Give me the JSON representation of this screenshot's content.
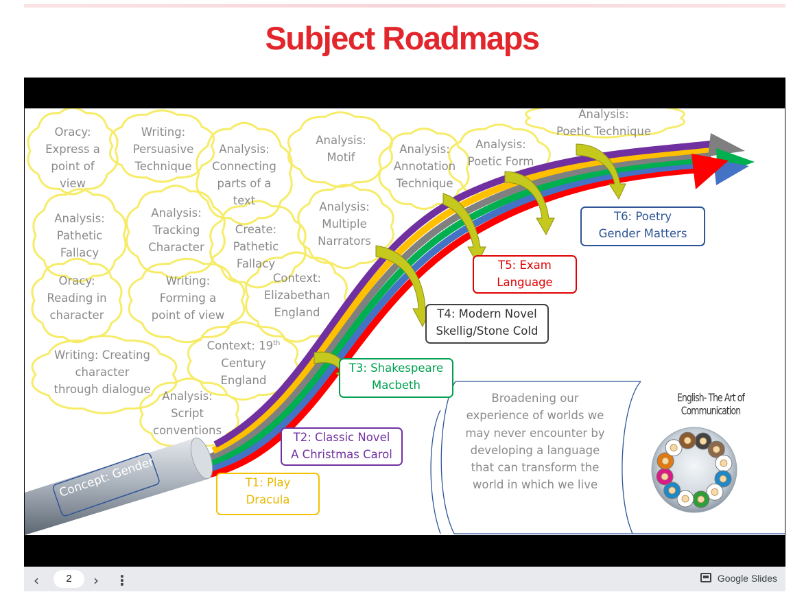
{
  "page": {
    "title": "Subject Roadmaps"
  },
  "slide": {
    "concept_label": "Concept: Gender",
    "clouds": [
      "Oracy:\nExpress a\npoint of\nview",
      "Writing:\nPersuasive\nTechnique",
      "Analysis:\nConnecting\nparts of a\ntext",
      "Analysis:\nMotif",
      "Analysis:\nAnnotation\nTechnique",
      "Analysis:\nPoetic Form",
      "Analysis:\nPoetic Technique",
      "Analysis:\nPathetic\nFallacy",
      "Analysis:\nTracking\nCharacter",
      "Create:\nPathetic\nFallacy",
      "Analysis:\nMultiple\nNarrators",
      "Oracy:\nReading in\ncharacter",
      "Writing:\nForming a\npoint of view",
      "Context:\nElizabethan\nEngland",
      "Context: 19th\nCentury\nEngland",
      "Writing: Creating\ncharacter\nthrough dialogue",
      "Analysis:\nScript\nconventions"
    ],
    "terms": [
      {
        "label": "T1: Play\nDracula",
        "color": "#f2c200"
      },
      {
        "label": "T2: Classic Novel\nA Christmas Carol",
        "color": "#7030a0"
      },
      {
        "label": "T3: Shakespeare\nMacbeth",
        "color": "#00a050"
      },
      {
        "label": "T4: Modern Novel\nSkellig/Stone Cold",
        "color": "#404040"
      },
      {
        "label": "T5: Exam\nLanguage",
        "color": "#e00000"
      },
      {
        "label": "T6: Poetry\nGender Matters",
        "color": "#2f5597"
      }
    ],
    "scroll_text": "Broadening our experience of worlds we may never encounter by developing a language that can transform the world in which we live",
    "english_title": "English- The Art of Communication",
    "ribbon_colors": [
      "#ff0000",
      "#4472c4",
      "#00b050",
      "#808080",
      "#ffc000",
      "#7030a0"
    ]
  },
  "toolbar": {
    "prev_icon": "chevron-left-icon",
    "next_icon": "chevron-right-icon",
    "menu_icon": "more-vert-icon",
    "page_number": "2",
    "brand_label": "Google Slides"
  }
}
